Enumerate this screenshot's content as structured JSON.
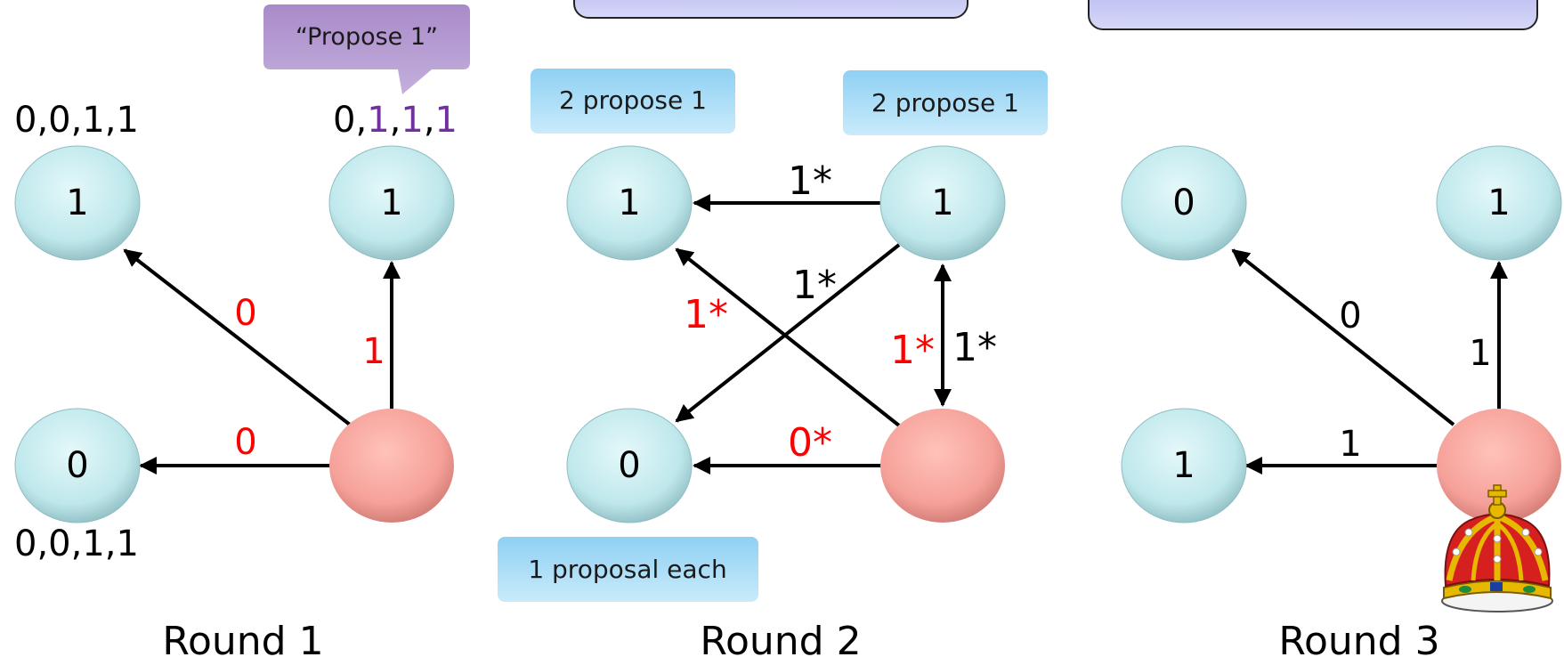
{
  "colors": {
    "node_fill": "#c5ecef",
    "node_stroke": "#7da9ad",
    "faulty_fill": "#f7a39b",
    "arrow": "#000000",
    "red_text": "#ff0000",
    "purple_text": "#7030a0",
    "blue_callout": "#a9dcf7",
    "purple_callout": "#b49ad0",
    "header_box": "#c7c8f2"
  },
  "round1": {
    "title": "Round 1",
    "callout": "“Propose 1”",
    "node_tl": "1",
    "node_tr": "1",
    "node_bl": "0",
    "vec_tl": "0,0,1,1",
    "vec_bl": "0,0,1,1",
    "vec_tr_prefix": "0,",
    "vec_tr_a": "1",
    "vec_tr_comma1": ",",
    "vec_tr_b": "1",
    "vec_tr_comma2": ",",
    "vec_tr_c": "1",
    "edge_to_tl": "0",
    "edge_to_tr": "1",
    "edge_to_bl": "0"
  },
  "round2": {
    "title": "Round 2",
    "callout_tl": "2 propose 1",
    "callout_tr": "2 propose 1",
    "callout_bottom": "1 proposal each",
    "node_tl": "1",
    "node_tr": "1",
    "node_bl": "0",
    "edge_tr_to_tl": "1*",
    "edge_tr_to_bl": "1*",
    "edge_br_to_tl": "1*",
    "edge_br_to_tr": "1*",
    "edge_tr_to_br": "1*",
    "edge_br_to_bl": "0*"
  },
  "round3": {
    "title": "Round 3",
    "node_tl": "0",
    "node_tr": "1",
    "node_bl": "1",
    "edge_to_tl": "0",
    "edge_to_tr": "1",
    "edge_to_bl": "1",
    "crown_icon": "crown-icon"
  }
}
